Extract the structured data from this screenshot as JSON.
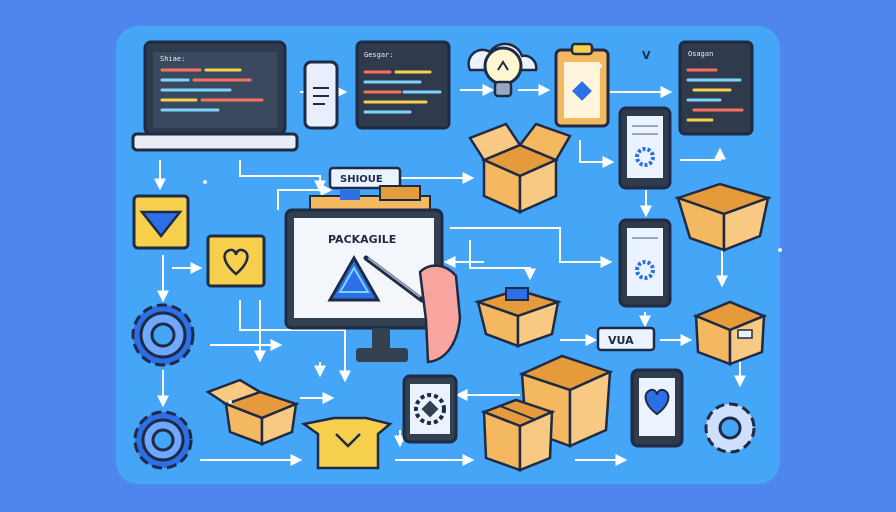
{
  "labels": {
    "laptop_tab": "Shiae:",
    "code_window_top": "Gesgar:",
    "code_window_right": "Osagan",
    "banner": "SHIOUE",
    "monitor_title": "PACKAGILE",
    "tag": "VUA",
    "chevron": "V"
  },
  "colors": {
    "background": "#4f86ee",
    "panel": "#45a6f7",
    "box": "#f4b860",
    "accent_blue": "#2d6fe6",
    "dark": "#33404f"
  },
  "icons": [
    "laptop-icon",
    "code-window-icon",
    "lightbulb-icon",
    "cloud-icon",
    "clipboard-icon",
    "phone-icon",
    "box-icon",
    "gear-icon",
    "heart-icon",
    "monitor-icon",
    "hand-pen-icon"
  ]
}
